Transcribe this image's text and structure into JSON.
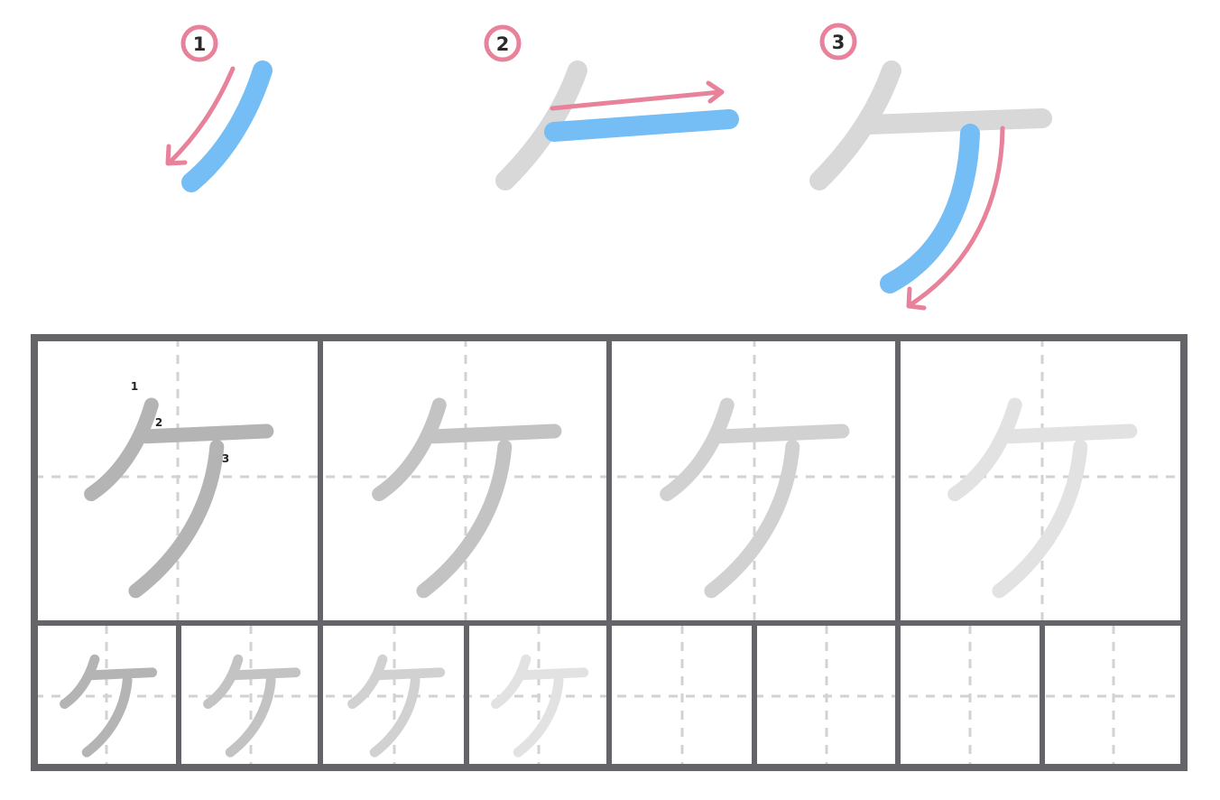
{
  "character": "ケ",
  "steps": [
    {
      "number": "1"
    },
    {
      "number": "2"
    },
    {
      "number": "3"
    }
  ],
  "stroke_numbers": [
    "1",
    "2",
    "3"
  ],
  "colors": {
    "current_stroke": "#74bdf5",
    "previous_strokes": "#d8d8d8",
    "arrow": "#e8829b",
    "badge_ring": "#e8829b",
    "grid_border": "#646469",
    "grid_guide": "#d2d2d2",
    "trace_shades": [
      "#b4b4b4",
      "#c3c3c3",
      "#d1d1d1",
      "#e2e2e2"
    ]
  },
  "icons": {
    "direction_arrow": "arrow-icon"
  }
}
